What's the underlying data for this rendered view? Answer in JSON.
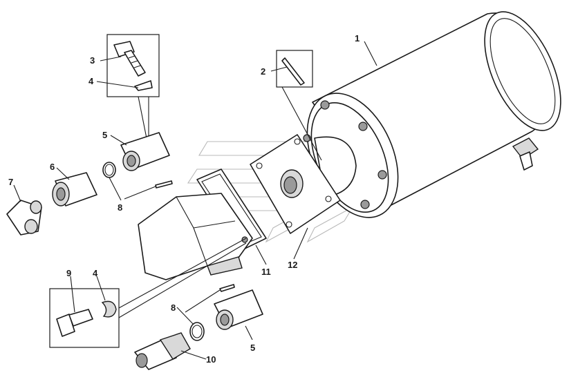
{
  "figure": {
    "kind": "exploded parts diagram",
    "callouts": [
      {
        "id": "c1",
        "text": "1",
        "part": "cylinder-body"
      },
      {
        "id": "c2",
        "text": "2",
        "part": "cotter-pin"
      },
      {
        "id": "c3",
        "text": "3",
        "part": "bolt"
      },
      {
        "id": "c4a",
        "text": "4",
        "part": "lock-washer-top"
      },
      {
        "id": "c5a",
        "text": "5",
        "part": "clamp-block-top"
      },
      {
        "id": "c6",
        "text": "6",
        "part": "sleeve-fitting"
      },
      {
        "id": "c7",
        "text": "7",
        "part": "elbow-fitting"
      },
      {
        "id": "c8a",
        "text": "8",
        "part": "o-ring-and-pin-top"
      },
      {
        "id": "c9",
        "text": "9",
        "part": "banjo-bolt"
      },
      {
        "id": "c4b",
        "text": "4",
        "part": "lock-washer-bottom"
      },
      {
        "id": "c8b",
        "text": "8",
        "part": "o-ring-and-pin-bottom"
      },
      {
        "id": "c5b",
        "text": "5",
        "part": "clamp-block-bottom"
      },
      {
        "id": "c10",
        "text": "10",
        "part": "union-fitting"
      },
      {
        "id": "c11",
        "text": "11",
        "part": "flange-gasket"
      },
      {
        "id": "c12",
        "text": "12",
        "part": "mounting-flange"
      }
    ]
  },
  "colors": {
    "line": "#1a1a1a",
    "shade": "#d9d9d9",
    "watermark": "#b8b8b8"
  }
}
